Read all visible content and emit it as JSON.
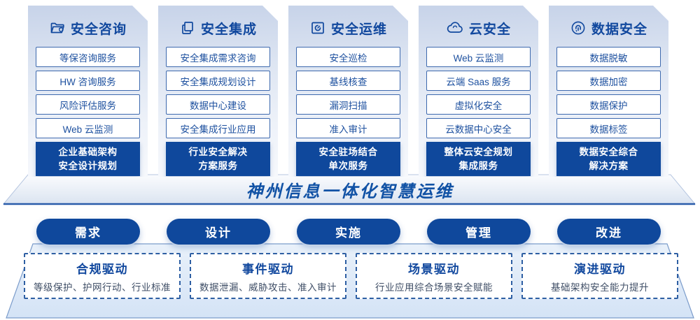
{
  "colors": {
    "primary_blue": "#0f489c",
    "title_blue": "#11489e",
    "item_text_blue": "#1d509f",
    "item_border_blue": "#3d69ae",
    "card_top_blue": "#c7d3e9",
    "panel_light_blue": "#dfeaf8",
    "driver_desc_gray": "#3f4e66"
  },
  "columns": [
    {
      "title": "安全咨询",
      "icon": "folder-shield-icon",
      "items": [
        "等保咨询服务",
        "HW 咨询服务",
        "风险评估服务",
        "Web 云监测"
      ],
      "highlight_line1": "企业基础架构",
      "highlight_line2": "安全设计规划"
    },
    {
      "title": "安全集成",
      "icon": "copy-documents-icon",
      "items": [
        "安全集成需求咨询",
        "安全集成规划设计",
        "数据中心建设",
        "安全集成行业应用"
      ],
      "highlight_line1": "行业安全解决",
      "highlight_line2": "方案服务"
    },
    {
      "title": "安全运维",
      "icon": "monitor-gauge-icon",
      "items": [
        "安全巡检",
        "基线核查",
        "漏洞扫描",
        "准入审计"
      ],
      "highlight_line1": "安全驻场结合",
      "highlight_line2": "单次服务"
    },
    {
      "title": "云安全",
      "icon": "cloud-icon",
      "items": [
        "Web 云监测",
        "云端 Saas 服务",
        "虚拟化安全",
        "云数据中心安全"
      ],
      "highlight_line1": "整体云安全规划",
      "highlight_line2": "集成服务"
    },
    {
      "title": "数据安全",
      "icon": "fingerprint-icon",
      "items": [
        "数据脱敏",
        "数据加密",
        "数据保护",
        "数据标签"
      ],
      "highlight_line1": "数据安全综合",
      "highlight_line2": "解决方案"
    }
  ],
  "banner": {
    "title": "神州信息一体化智慧运维"
  },
  "process_pills": [
    "需求",
    "设计",
    "实施",
    "管理",
    "改进"
  ],
  "drivers": [
    {
      "title": "合规驱动",
      "desc": "等级保护、护网行动、行业标准"
    },
    {
      "title": "事件驱动",
      "desc": "数据泄漏、威胁攻击、准入审计"
    },
    {
      "title": "场景驱动",
      "desc": "行业应用综合场景安全赋能"
    },
    {
      "title": "演进驱动",
      "desc": "基础架构安全能力提升"
    }
  ]
}
